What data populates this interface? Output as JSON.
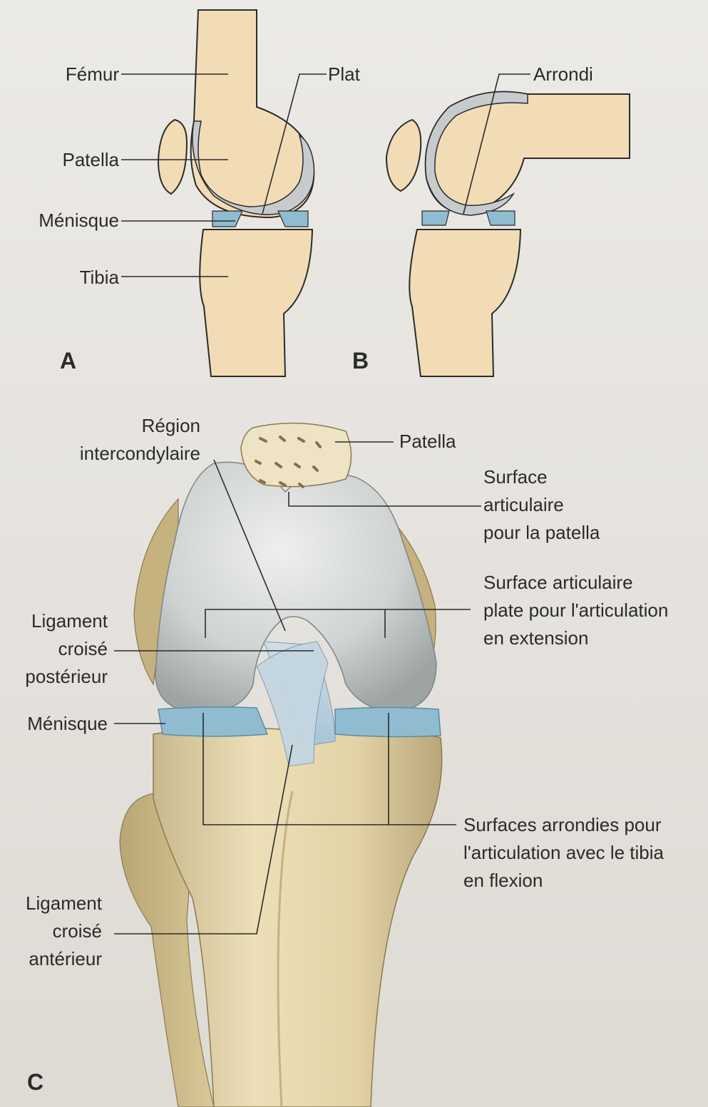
{
  "panels": {
    "a": "A",
    "b": "B",
    "c": "C"
  },
  "labels": {
    "femur": "Fémur",
    "patella_a": "Patella",
    "menisque_a": "Ménisque",
    "tibia": "Tibia",
    "plat": "Plat",
    "arrondi": "Arrondi",
    "region": [
      "Région",
      "intercondylaire"
    ],
    "patella_c": "Patella",
    "surface_patella": [
      "Surface",
      "articulaire",
      "pour la patella"
    ],
    "surface_plate": [
      "Surface articulaire",
      "plate pour l'articulation",
      "en extension"
    ],
    "lcp": [
      "Ligament",
      "croisé",
      "postérieur"
    ],
    "menisque_c": "Ménisque",
    "surfaces_arrondies": [
      "Surfaces arrondies pour",
      "l'articulation avec le tibia",
      "en flexion"
    ],
    "lca": [
      "Ligament",
      "croisé",
      "antérieur"
    ]
  },
  "colors": {
    "bone": "#f2dcb6",
    "cartilage": "#c7cbce",
    "meniscus": "#8fbcd0",
    "line": "#2b2b2b"
  }
}
